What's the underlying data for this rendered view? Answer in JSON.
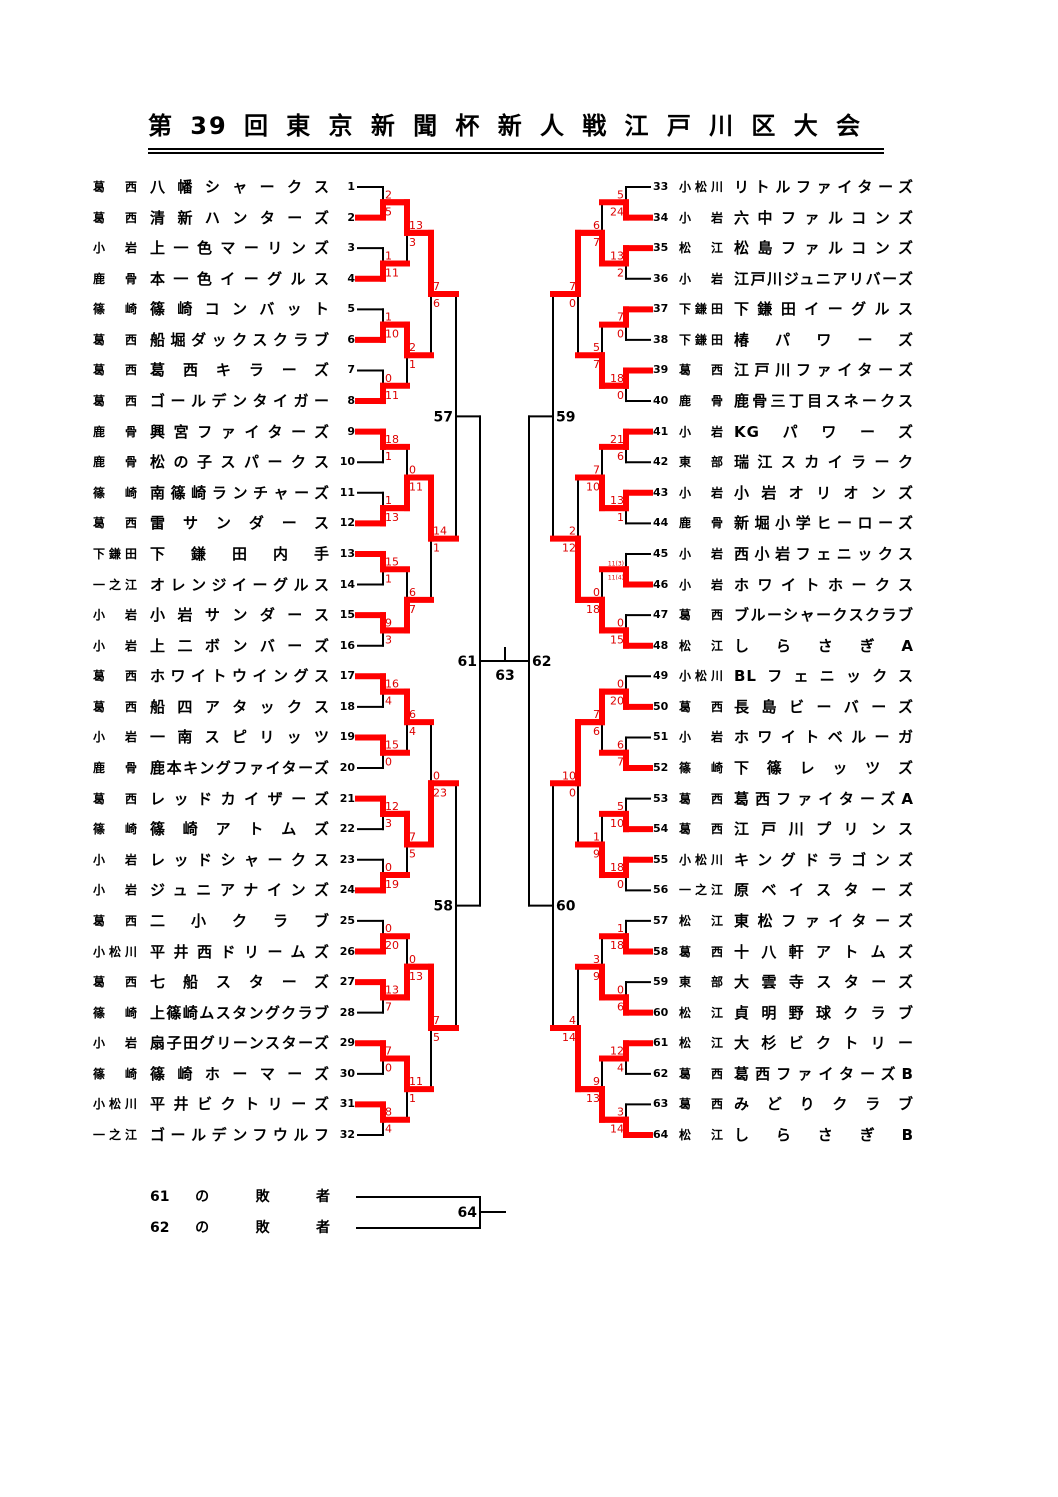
{
  "title": "第39回東京新聞杯新人戦江戸川区大会",
  "colors": {
    "winner_line": "#ff0000",
    "line": "#000000",
    "score": "#dd0000"
  },
  "left": {
    "teams": [
      {
        "no": "1",
        "area": "葛西",
        "name": "八幡シャークス"
      },
      {
        "no": "2",
        "area": "葛西",
        "name": "清新ハンターズ"
      },
      {
        "no": "3",
        "area": "小岩",
        "name": "上一色マーリンズ"
      },
      {
        "no": "4",
        "area": "鹿骨",
        "name": "本一色イーグルス"
      },
      {
        "no": "5",
        "area": "篠崎",
        "name": "篠崎コンバット"
      },
      {
        "no": "6",
        "area": "葛西",
        "name": "船堀ダックスクラブ"
      },
      {
        "no": "7",
        "area": "葛西",
        "name": "葛西キラーズ"
      },
      {
        "no": "8",
        "area": "葛西",
        "name": "ゴールデンタイガー"
      },
      {
        "no": "9",
        "area": "鹿骨",
        "name": "興宮ファイターズ"
      },
      {
        "no": "10",
        "area": "鹿骨",
        "name": "松の子スパークス"
      },
      {
        "no": "11",
        "area": "篠崎",
        "name": "南篠崎ランチャーズ"
      },
      {
        "no": "12",
        "area": "葛西",
        "name": "雷サンダース"
      },
      {
        "no": "13",
        "area": "下鎌田",
        "name": "下鎌田内手"
      },
      {
        "no": "14",
        "area": "一之江",
        "name": "オレンジイーグルス"
      },
      {
        "no": "15",
        "area": "小岩",
        "name": "小岩サンダース"
      },
      {
        "no": "16",
        "area": "小岩",
        "name": "上二ボンバーズ"
      },
      {
        "no": "17",
        "area": "葛西",
        "name": "ホワイトウイングス"
      },
      {
        "no": "18",
        "area": "葛西",
        "name": "船四アタックス"
      },
      {
        "no": "19",
        "area": "小岩",
        "name": "一南スピリッツ"
      },
      {
        "no": "20",
        "area": "鹿骨",
        "name": "鹿本キングファイターズ"
      },
      {
        "no": "21",
        "area": "葛西",
        "name": "レッドカイザーズ"
      },
      {
        "no": "22",
        "area": "篠崎",
        "name": "篠崎アトムズ"
      },
      {
        "no": "23",
        "area": "小岩",
        "name": "レッドシャークス"
      },
      {
        "no": "24",
        "area": "小岩",
        "name": "ジュニアナインズ"
      },
      {
        "no": "25",
        "area": "葛西",
        "name": "二小クラブ"
      },
      {
        "no": "26",
        "area": "小松川",
        "name": "平井西ドリームズ"
      },
      {
        "no": "27",
        "area": "葛西",
        "name": "七船スターズ"
      },
      {
        "no": "28",
        "area": "篠崎",
        "name": "上篠崎ムスタングクラブ"
      },
      {
        "no": "29",
        "area": "小岩",
        "name": "扇子田グリーンスターズ"
      },
      {
        "no": "30",
        "area": "篠崎",
        "name": "篠崎ホーマーズ"
      },
      {
        "no": "31",
        "area": "小松川",
        "name": "平井ビクトリーズ"
      },
      {
        "no": "32",
        "area": "一之江",
        "name": "ゴールデンフウルフ"
      }
    ],
    "rounds": [
      [
        {
          "s": [
            "2",
            "5"
          ],
          "w": 1
        },
        {
          "s": [
            "1",
            "11"
          ],
          "w": 1
        },
        {
          "s": [
            "1",
            "10"
          ],
          "w": 1
        },
        {
          "s": [
            "0",
            "11"
          ],
          "w": 1
        },
        {
          "s": [
            "18",
            "1"
          ],
          "w": 0
        },
        {
          "s": [
            "1",
            "13"
          ],
          "w": 1
        },
        {
          "s": [
            "15",
            "1"
          ],
          "w": 0
        },
        {
          "s": [
            "9",
            "3"
          ],
          "w": 0
        },
        {
          "s": [
            "16",
            "4"
          ],
          "w": 0
        },
        {
          "s": [
            "15",
            "0"
          ],
          "w": 0
        },
        {
          "s": [
            "12",
            "3"
          ],
          "w": 0
        },
        {
          "s": [
            "0",
            "19"
          ],
          "w": 1
        },
        {
          "s": [
            "0",
            "20"
          ],
          "w": 1
        },
        {
          "s": [
            "13",
            "7"
          ],
          "w": 0
        },
        {
          "s": [
            "7",
            "0"
          ],
          "w": 0
        },
        {
          "s": [
            "8",
            "4"
          ],
          "w": 0
        }
      ],
      [
        {
          "s": [
            "13",
            "3"
          ],
          "w": 0
        },
        {
          "s": [
            "2",
            "1"
          ],
          "w": 0
        },
        {
          "s": [
            "0",
            "11"
          ],
          "w": 1
        },
        {
          "s": [
            "6",
            "7"
          ],
          "w": 1
        },
        {
          "s": [
            "6",
            "4"
          ],
          "w": 0
        },
        {
          "s": [
            "7",
            "5"
          ],
          "w": 0
        },
        {
          "s": [
            "0",
            "13"
          ],
          "w": 1
        },
        {
          "s": [
            "11",
            "1"
          ],
          "w": 0
        }
      ],
      [
        {
          "s": [
            "7",
            "6"
          ],
          "w": 0
        },
        {
          "s": [
            "14",
            "1"
          ],
          "w": 0
        },
        {
          "s": [
            "0",
            "23"
          ],
          "w": 1
        },
        {
          "s": [
            "7",
            "5"
          ],
          "w": 0
        }
      ]
    ],
    "match_labels": [
      "57",
      "58"
    ],
    "final_label": "61"
  },
  "right": {
    "teams": [
      {
        "no": "33",
        "area": "小松川",
        "name": "リトルファイターズ"
      },
      {
        "no": "34",
        "area": "小岩",
        "name": "六中ファルコンズ"
      },
      {
        "no": "35",
        "area": "松江",
        "name": "松島ファルコンズ"
      },
      {
        "no": "36",
        "area": "小岩",
        "name": "江戸川ジュニアリバーズ"
      },
      {
        "no": "37",
        "area": "下鎌田",
        "name": "下鎌田イーグルス"
      },
      {
        "no": "38",
        "area": "下鎌田",
        "name": "椿パワーズ"
      },
      {
        "no": "39",
        "area": "葛西",
        "name": "江戸川ファイターズ"
      },
      {
        "no": "40",
        "area": "鹿骨",
        "name": "鹿骨三丁目スネークス"
      },
      {
        "no": "41",
        "area": "小岩",
        "name": "KGパワーズ"
      },
      {
        "no": "42",
        "area": "東部",
        "name": "瑞江スカイラーク"
      },
      {
        "no": "43",
        "area": "小岩",
        "name": "小岩オリオンズ"
      },
      {
        "no": "44",
        "area": "鹿骨",
        "name": "新堀小学ヒーローズ"
      },
      {
        "no": "45",
        "area": "小岩",
        "name": "西小岩フェニックス"
      },
      {
        "no": "46",
        "area": "小岩",
        "name": "ホワイトホークス"
      },
      {
        "no": "47",
        "area": "葛西",
        "name": "ブルーシャークスクラブ"
      },
      {
        "no": "48",
        "area": "松江",
        "name": "しらさぎA"
      },
      {
        "no": "49",
        "area": "小松川",
        "name": "BLフェニックス"
      },
      {
        "no": "50",
        "area": "葛西",
        "name": "長島ビーバーズ"
      },
      {
        "no": "51",
        "area": "小岩",
        "name": "ホワイトベルーガ"
      },
      {
        "no": "52",
        "area": "篠崎",
        "name": "下篠レッツズ"
      },
      {
        "no": "53",
        "area": "葛西",
        "name": "葛西ファイターズA"
      },
      {
        "no": "54",
        "area": "葛西",
        "name": "江戸川プリンス"
      },
      {
        "no": "55",
        "area": "小松川",
        "name": "キングドラゴンズ"
      },
      {
        "no": "56",
        "area": "一之江",
        "name": "原ベイスターズ"
      },
      {
        "no": "57",
        "area": "松江",
        "name": "東松ファイターズ"
      },
      {
        "no": "58",
        "area": "葛西",
        "name": "十八軒アトムズ"
      },
      {
        "no": "59",
        "area": "東部",
        "name": "大雲寺スターズ"
      },
      {
        "no": "60",
        "area": "松江",
        "name": "貞明野球クラブ"
      },
      {
        "no": "61",
        "area": "松江",
        "name": "大杉ビクトリー"
      },
      {
        "no": "62",
        "area": "葛西",
        "name": "葛西ファイターズB"
      },
      {
        "no": "63",
        "area": "葛西",
        "name": "みどりクラブ"
      },
      {
        "no": "64",
        "area": "松江",
        "name": "しらさぎB"
      }
    ],
    "rounds": [
      [
        {
          "s": [
            "5",
            "24"
          ],
          "w": 1
        },
        {
          "s": [
            "13",
            "2"
          ],
          "w": 0
        },
        {
          "s": [
            "7",
            "0"
          ],
          "w": 0
        },
        {
          "s": [
            "18",
            "0"
          ],
          "w": 0
        },
        {
          "s": [
            "21",
            "6"
          ],
          "w": 0
        },
        {
          "s": [
            "13",
            "1"
          ],
          "w": 0
        },
        {
          "s": [
            "11(3)",
            "11(4)"
          ],
          "w": 1
        },
        {
          "s": [
            "0",
            "15"
          ],
          "w": 1
        },
        {
          "s": [
            "0",
            "20"
          ],
          "w": 1
        },
        {
          "s": [
            "6",
            "7"
          ],
          "w": 1
        },
        {
          "s": [
            "5",
            "10"
          ],
          "w": 1
        },
        {
          "s": [
            "18",
            "0"
          ],
          "w": 0
        },
        {
          "s": [
            "1",
            "18"
          ],
          "w": 1
        },
        {
          "s": [
            "0",
            "6"
          ],
          "w": 1
        },
        {
          "s": [
            "12",
            "4"
          ],
          "w": 0
        },
        {
          "s": [
            "3",
            "14"
          ],
          "w": 1
        }
      ],
      [
        {
          "s": [
            "6",
            "7"
          ],
          "w": 1
        },
        {
          "s": [
            "5",
            "7"
          ],
          "w": 1
        },
        {
          "s": [
            "7",
            "10"
          ],
          "w": 1
        },
        {
          "s": [
            "0",
            "18"
          ],
          "w": 1
        },
        {
          "s": [
            "7",
            "6"
          ],
          "w": 0
        },
        {
          "s": [
            "1",
            "9"
          ],
          "w": 1
        },
        {
          "s": [
            "3",
            "9"
          ],
          "w": 1
        },
        {
          "s": [
            "9",
            "13"
          ],
          "w": 1
        }
      ],
      [
        {
          "s": [
            "7",
            "0"
          ],
          "w": 0
        },
        {
          "s": [
            "2",
            "12"
          ],
          "w": 1
        },
        {
          "s": [
            "10",
            "0"
          ],
          "w": 0
        },
        {
          "s": [
            "4",
            "14"
          ],
          "w": 1
        }
      ]
    ],
    "match_labels": [
      "59",
      "60"
    ],
    "final_label": "62"
  },
  "final": {
    "label": "63"
  },
  "losers": {
    "rows": [
      "61 の 敗 者",
      "62 の 敗 者"
    ],
    "label": "64"
  }
}
